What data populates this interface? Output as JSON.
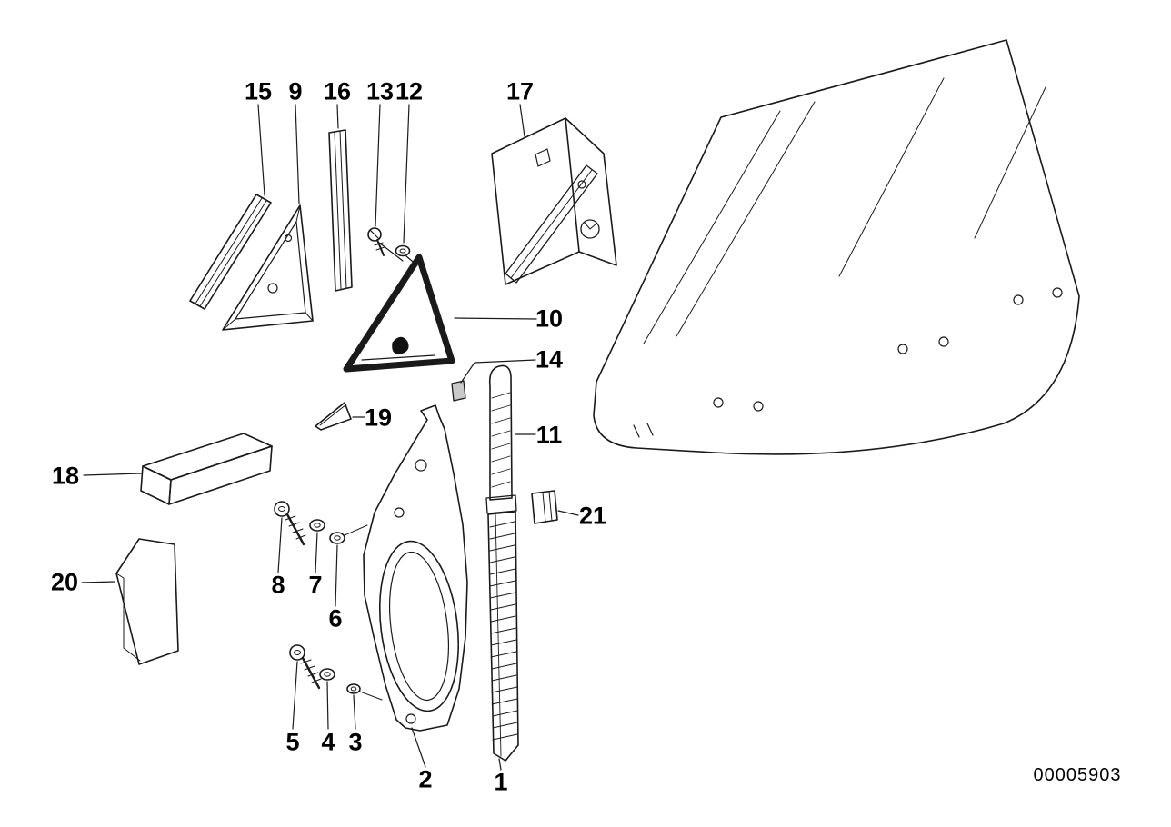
{
  "diagram": {
    "doc_number": "00005903",
    "callouts": {
      "n1": "1",
      "n2": "2",
      "n3": "3",
      "n4": "4",
      "n5": "5",
      "n6": "6",
      "n7": "7",
      "n8": "8",
      "n9": "9",
      "n10": "10",
      "n11": "11",
      "n12": "12",
      "n13": "13",
      "n14": "14",
      "n15": "15",
      "n16": "16",
      "n17": "17",
      "n18": "18",
      "n19": "19",
      "n20": "20",
      "n21": "21"
    }
  }
}
